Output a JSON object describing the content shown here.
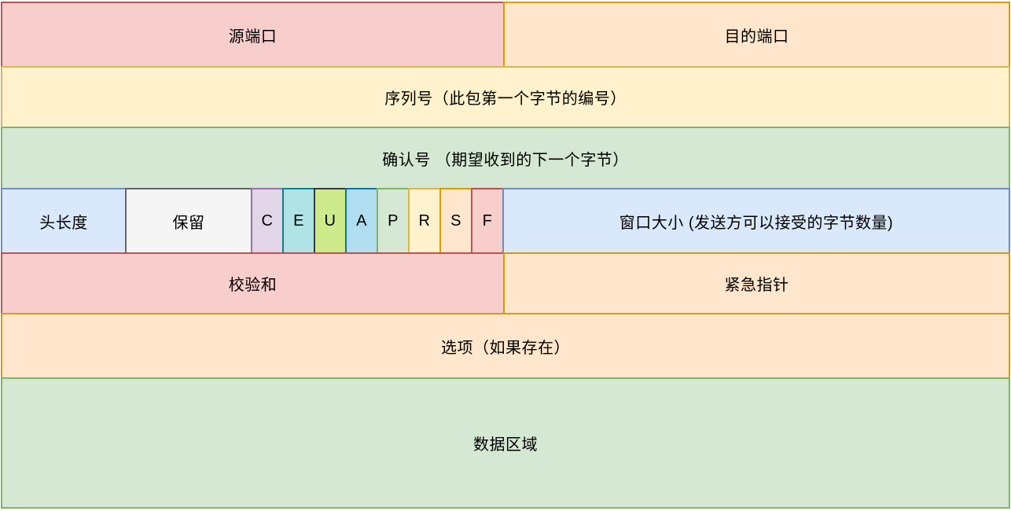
{
  "diagram_type": "tcp-header-fields",
  "palette": {
    "red": {
      "fill": "#f8cecc",
      "stroke": "#b85450"
    },
    "orange": {
      "fill": "#ffe6cc",
      "stroke": "#d79b00"
    },
    "yellow": {
      "fill": "#fff2cc",
      "stroke": "#d6b656"
    },
    "green": {
      "fill": "#d5e8d4",
      "stroke": "#82b366"
    },
    "blue": {
      "fill": "#dae8fc",
      "stroke": "#6c8ebf"
    },
    "gray": {
      "fill": "#f5f5f5",
      "stroke": "#666666"
    },
    "purple": {
      "fill": "#e1d5e7",
      "stroke": "#9673a6"
    },
    "teal": {
      "fill": "#b0e3e6",
      "stroke": "#0e8088"
    },
    "lime": {
      "fill": "#cdeb8b",
      "stroke": "#36393d"
    },
    "sky": {
      "fill": "#b1ddf0",
      "stroke": "#10739e"
    }
  },
  "fields": {
    "source_port": "源端口",
    "destination_port": "目的端口",
    "sequence_number": "序列号（此包第一个字节的编号）",
    "ack_number": "确认号 （期望收到的下一个字节）",
    "header_length": "头长度",
    "reserved": "保留",
    "flags": [
      "C",
      "E",
      "U",
      "A",
      "P",
      "R",
      "S",
      "F"
    ],
    "window_size": "窗口大小 (发送方可以接受的字节数量)",
    "checksum": "校验和",
    "urgent_pointer": "紧急指针",
    "options": "选项（如果存在）",
    "data_area": "数据区域"
  }
}
